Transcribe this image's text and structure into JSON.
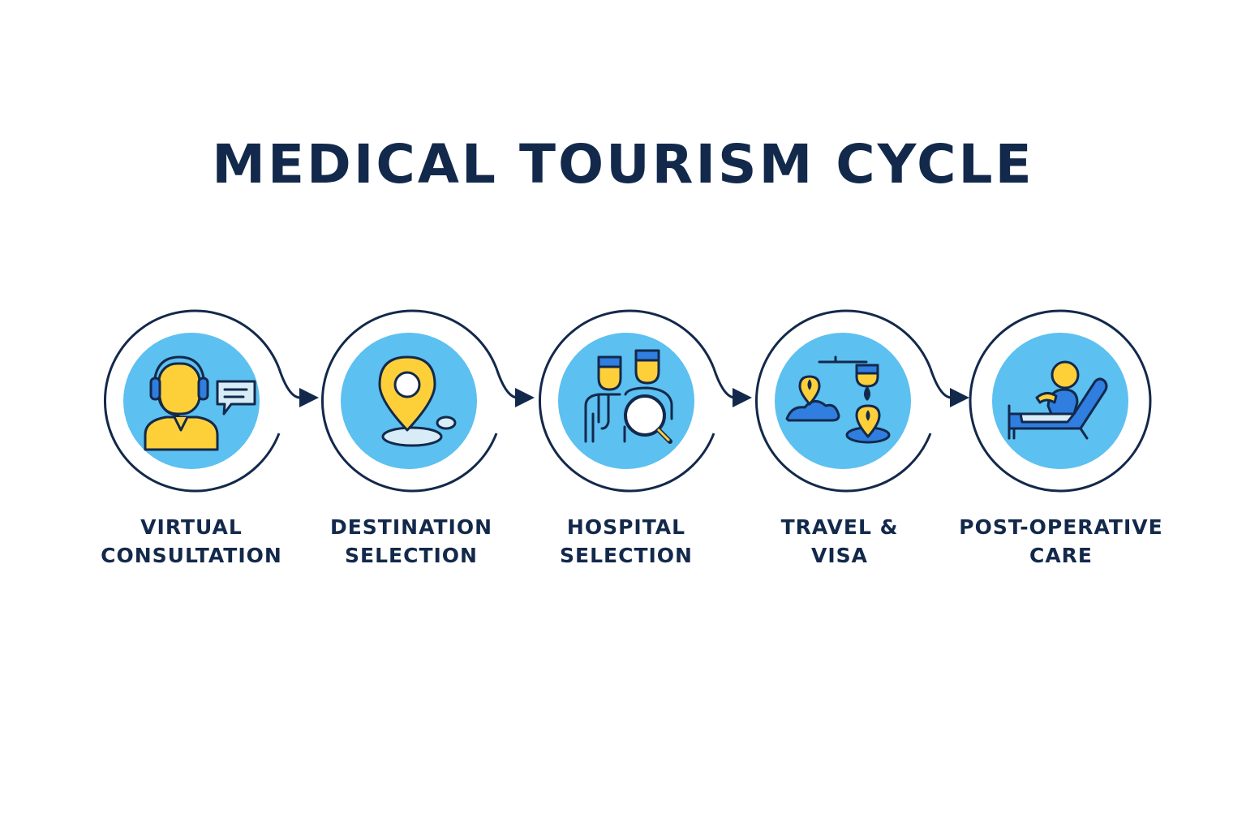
{
  "title": "MEDICAL TOURISM CYCLE",
  "colors": {
    "navy": "#13294b",
    "light_blue": "#5cc0f0",
    "yellow": "#fdd03a",
    "blue": "#2f7ee0",
    "pale": "#d8ecf7"
  },
  "steps": [
    {
      "line1": "VIRTUAL",
      "line2": "CONSULTATION",
      "icon": "headset-agent-icon"
    },
    {
      "line1": "DESTINATION",
      "line2": "SELECTION",
      "icon": "map-pin-icon"
    },
    {
      "line1": "HOSPITAL",
      "line2": "SELECTION",
      "icon": "doctors-magnifier-icon"
    },
    {
      "line1": "TRAVEL &",
      "line2": "VISA",
      "icon": "travel-route-icon"
    },
    {
      "line1": "POST-OPERATIVE",
      "line2": "CARE",
      "icon": "patient-bed-icon"
    }
  ]
}
